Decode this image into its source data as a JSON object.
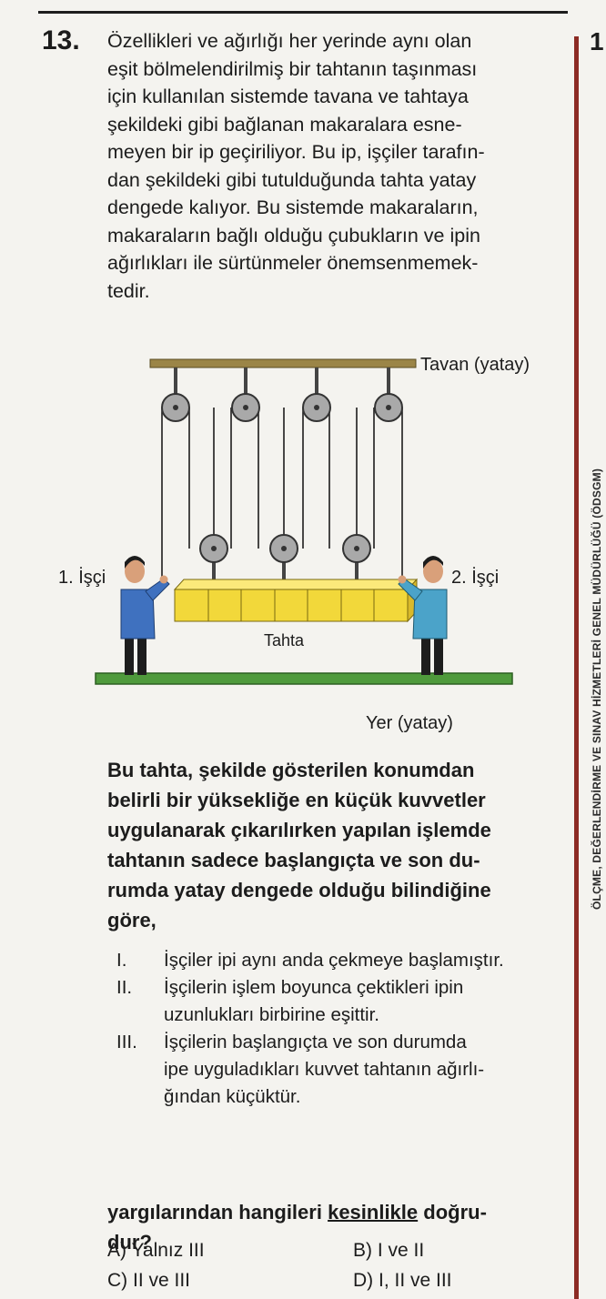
{
  "question": {
    "number": "13.",
    "body_lines": [
      "Özellikleri ve ağırlığı her yerinde aynı olan",
      "eşit bölmelendirilmiş bir tahtanın taşınması",
      "için kullanılan sistemde tavana ve tahtaya",
      "şekildeki gibi bağlanan makaralara esne-",
      "meyen bir ip geçiriliyor. Bu ip, işçiler tarafın-",
      "dan şekildeki gibi tutulduğunda tahta yatay",
      "dengede kalıyor. Bu sistemde makaraların,",
      "makaraların bağlı olduğu çubukların ve ipin",
      "ağırlıkları ile sürtünmeler önemsenmemek-",
      "tedir."
    ]
  },
  "figure": {
    "ceiling_label": "Tavan (yatay)",
    "worker1_label": "1. İşçi",
    "worker2_label": "2. İşçi",
    "board_label": "Tahta",
    "ground_label": "Yer (yatay)",
    "colors": {
      "board": "#f2d83a",
      "ground": "#4f9a3c",
      "ceiling": "#9b8547",
      "shirt": "#3f71bf",
      "pulley": "#a9a9a9"
    }
  },
  "prompt_lines": [
    "Bu tahta, şekilde gösterilen konumdan",
    "belirli bir yüksekliğe en küçük kuvvetler",
    "uygulanarak çıkarılırken yapılan işlemde",
    "tahtanın sadece başlangıçta ve son du-",
    "rumda yatay dengede olduğu bilindiğine",
    "göre,"
  ],
  "statements": [
    {
      "roman": "I.",
      "lines": [
        "İşçiler ipi aynı anda çekmeye başlamıştır."
      ]
    },
    {
      "roman": "II.",
      "lines": [
        "İşçilerin işlem boyunca çektikleri ipin",
        "uzunlukları birbirine eşittir."
      ]
    },
    {
      "roman": "III.",
      "lines": [
        "İşçilerin başlangıçta ve son durumda",
        "ipe uyguladıkları kuvvet tahtanın ağırlı-",
        "ğından küçüktür."
      ]
    }
  ],
  "ask": {
    "line1_pre": "yargılarından hangileri ",
    "line1_emph": "kesinlikle",
    "line1_post": " doğru-",
    "line2": "dur?"
  },
  "options": {
    "A": "A) Yalnız III",
    "B": "B) I ve II",
    "C": "C) II ve III",
    "D": "D) I, II ve III"
  },
  "side": {
    "next_number": "1",
    "vertical_text": "ÖLÇME, DEĞERLENDİRME VE SINAV HİZMETLERİ GENEL MÜDÜRLÜĞÜ (ÖDSGM)"
  }
}
